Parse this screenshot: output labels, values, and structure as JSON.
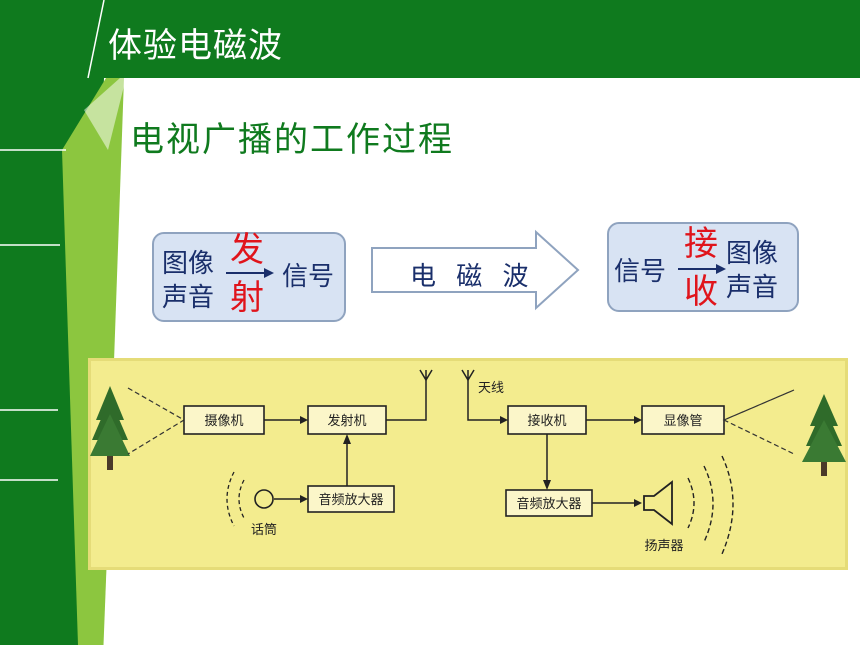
{
  "header": {
    "title": "体验电磁波"
  },
  "subtitle": "电视广播的工作过程",
  "flow": {
    "tx": {
      "line1": "图像",
      "line2": "声音",
      "verb_top": "发",
      "verb_bottom": "射",
      "output": "信号"
    },
    "wave_label": "电 磁 波",
    "rx": {
      "input": "信号",
      "verb_top": "接",
      "verb_bottom": "收",
      "line1": "图像",
      "line2": "声音"
    }
  },
  "diagram": {
    "camera": "摄像机",
    "transmitter": "发射机",
    "audio_amp_tx": "音频放大器",
    "microphone": "话筒",
    "antenna": "天线",
    "receiver": "接收机",
    "picture_tube": "显像管",
    "audio_amp_rx": "音频放大器",
    "speaker": "扬声器"
  },
  "colors": {
    "green": "#0f7a1e",
    "light_green": "#8cc63f",
    "box_fill": "#d8e3f3",
    "text_blue": "#1a2f6b",
    "red": "#e0141b",
    "photo_bg": "#f3ec8e"
  }
}
